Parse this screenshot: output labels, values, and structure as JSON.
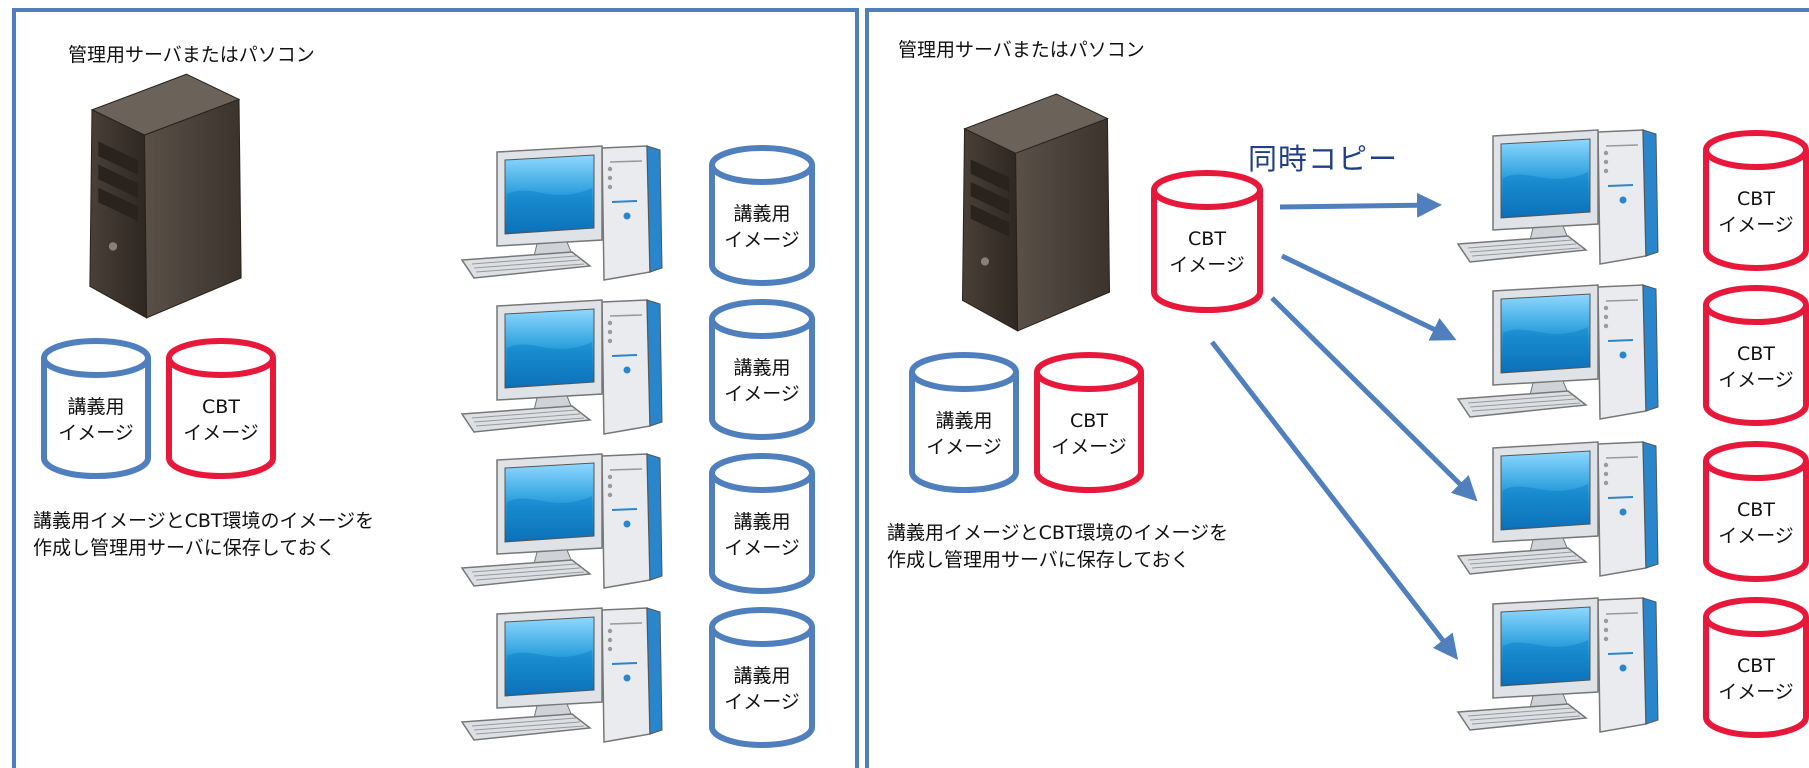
{
  "left_panel": {
    "server_title": "管理用サーバまたはパソコン",
    "note_line1": "講義用イメージとCBT環境のイメージを",
    "note_line2": "作成し管理用サーバに保存しておく",
    "storage": {
      "lecture_line1": "講義用",
      "lecture_line2": "イメージ",
      "cbt_line1": "CBT",
      "cbt_line2": "イメージ"
    },
    "client_images": [
      {
        "line1": "講義用",
        "line2": "イメージ"
      },
      {
        "line1": "講義用",
        "line2": "イメージ"
      },
      {
        "line1": "講義用",
        "line2": "イメージ"
      },
      {
        "line1": "講義用",
        "line2": "イメージ"
      }
    ]
  },
  "right_panel": {
    "server_title": "管理用サーバまたはパソコン",
    "copy_title": "同時コピー",
    "source_image": {
      "line1": "CBT",
      "line2": "イメージ"
    },
    "note_line1": "講義用イメージとCBT環境のイメージを",
    "note_line2": "作成し管理用サーバに保存しておく",
    "storage": {
      "lecture_line1": "講義用",
      "lecture_line2": "イメージ",
      "cbt_line1": "CBT",
      "cbt_line2": "イメージ"
    },
    "client_images": [
      {
        "line1": "CBT",
        "line2": "イメージ"
      },
      {
        "line1": "CBT",
        "line2": "イメージ"
      },
      {
        "line1": "CBT",
        "line2": "イメージ"
      },
      {
        "line1": "CBT",
        "line2": "イメージ"
      }
    ]
  },
  "colors": {
    "panel_border": "#4f7fbd",
    "lecture_image": "#4f7fbd",
    "cbt_image": "#e8183b",
    "arrow": "#4f7fbd",
    "server_body": "#3d342c"
  }
}
